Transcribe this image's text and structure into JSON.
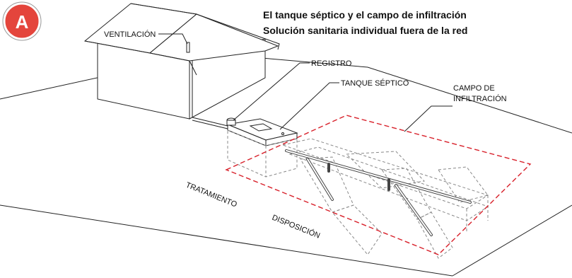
{
  "badge": {
    "letter": "A",
    "color": "#e4453c"
  },
  "title": {
    "line1": "El tanque séptico y el campo de infiltración",
    "line2": "Solución sanitaria individual fuera de la red"
  },
  "labels": {
    "ventilacion": "VENTILACIÓN",
    "registro": "REGISTRO",
    "tanque": "TANQUE SÉPTICO",
    "campo_line1": "CAMPO DE",
    "campo_line2": "INFILTRACIÓN",
    "tratamiento": "TRATAMIENTO",
    "disposicion": "DISPOSICIÓN"
  },
  "colors": {
    "field_outline": "#d8202a",
    "badge": "#e4453c"
  }
}
